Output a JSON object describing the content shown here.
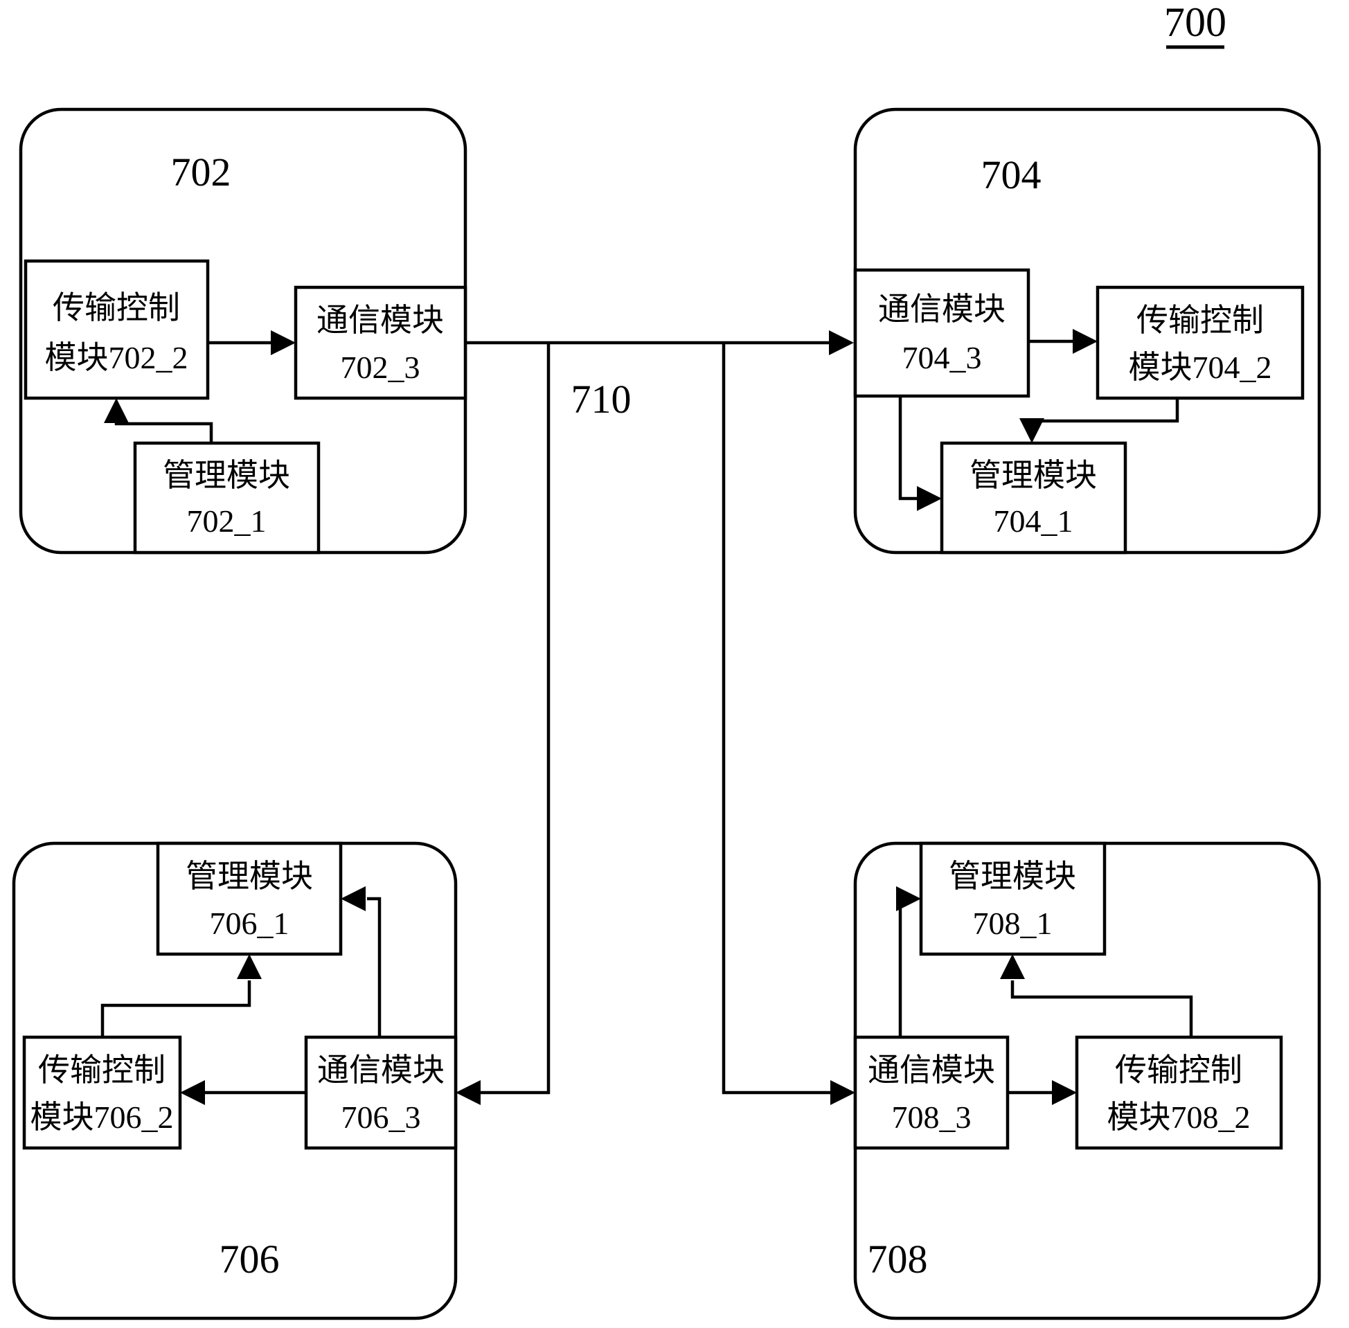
{
  "figure": {
    "number": "700",
    "bus_label": "710"
  },
  "devices": {
    "d702": {
      "label": "702",
      "transfer_control_line1": "传输控制",
      "transfer_control_line2": "模块702_2",
      "comm_line1": "通信模块",
      "comm_line2": "702_3",
      "mgmt_line1": "管理模块",
      "mgmt_line2": "702_1"
    },
    "d704": {
      "label": "704",
      "comm_line1": "通信模块",
      "comm_line2": "704_3",
      "transfer_control_line1": "传输控制",
      "transfer_control_line2": "模块704_2",
      "mgmt_line1": "管理模块",
      "mgmt_line2": "704_1"
    },
    "d706": {
      "label": "706",
      "mgmt_line1": "管理模块",
      "mgmt_line2": "706_1",
      "transfer_control_line1": "传输控制",
      "transfer_control_line2": "模块706_2",
      "comm_line1": "通信模块",
      "comm_line2": "706_3"
    },
    "d708": {
      "label": "708",
      "mgmt_line1": "管理模块",
      "mgmt_line2": "708_1",
      "comm_line1": "通信模块",
      "comm_line2": "708_3",
      "transfer_control_line1": "传输控制",
      "transfer_control_line2": "模块708_2"
    }
  }
}
